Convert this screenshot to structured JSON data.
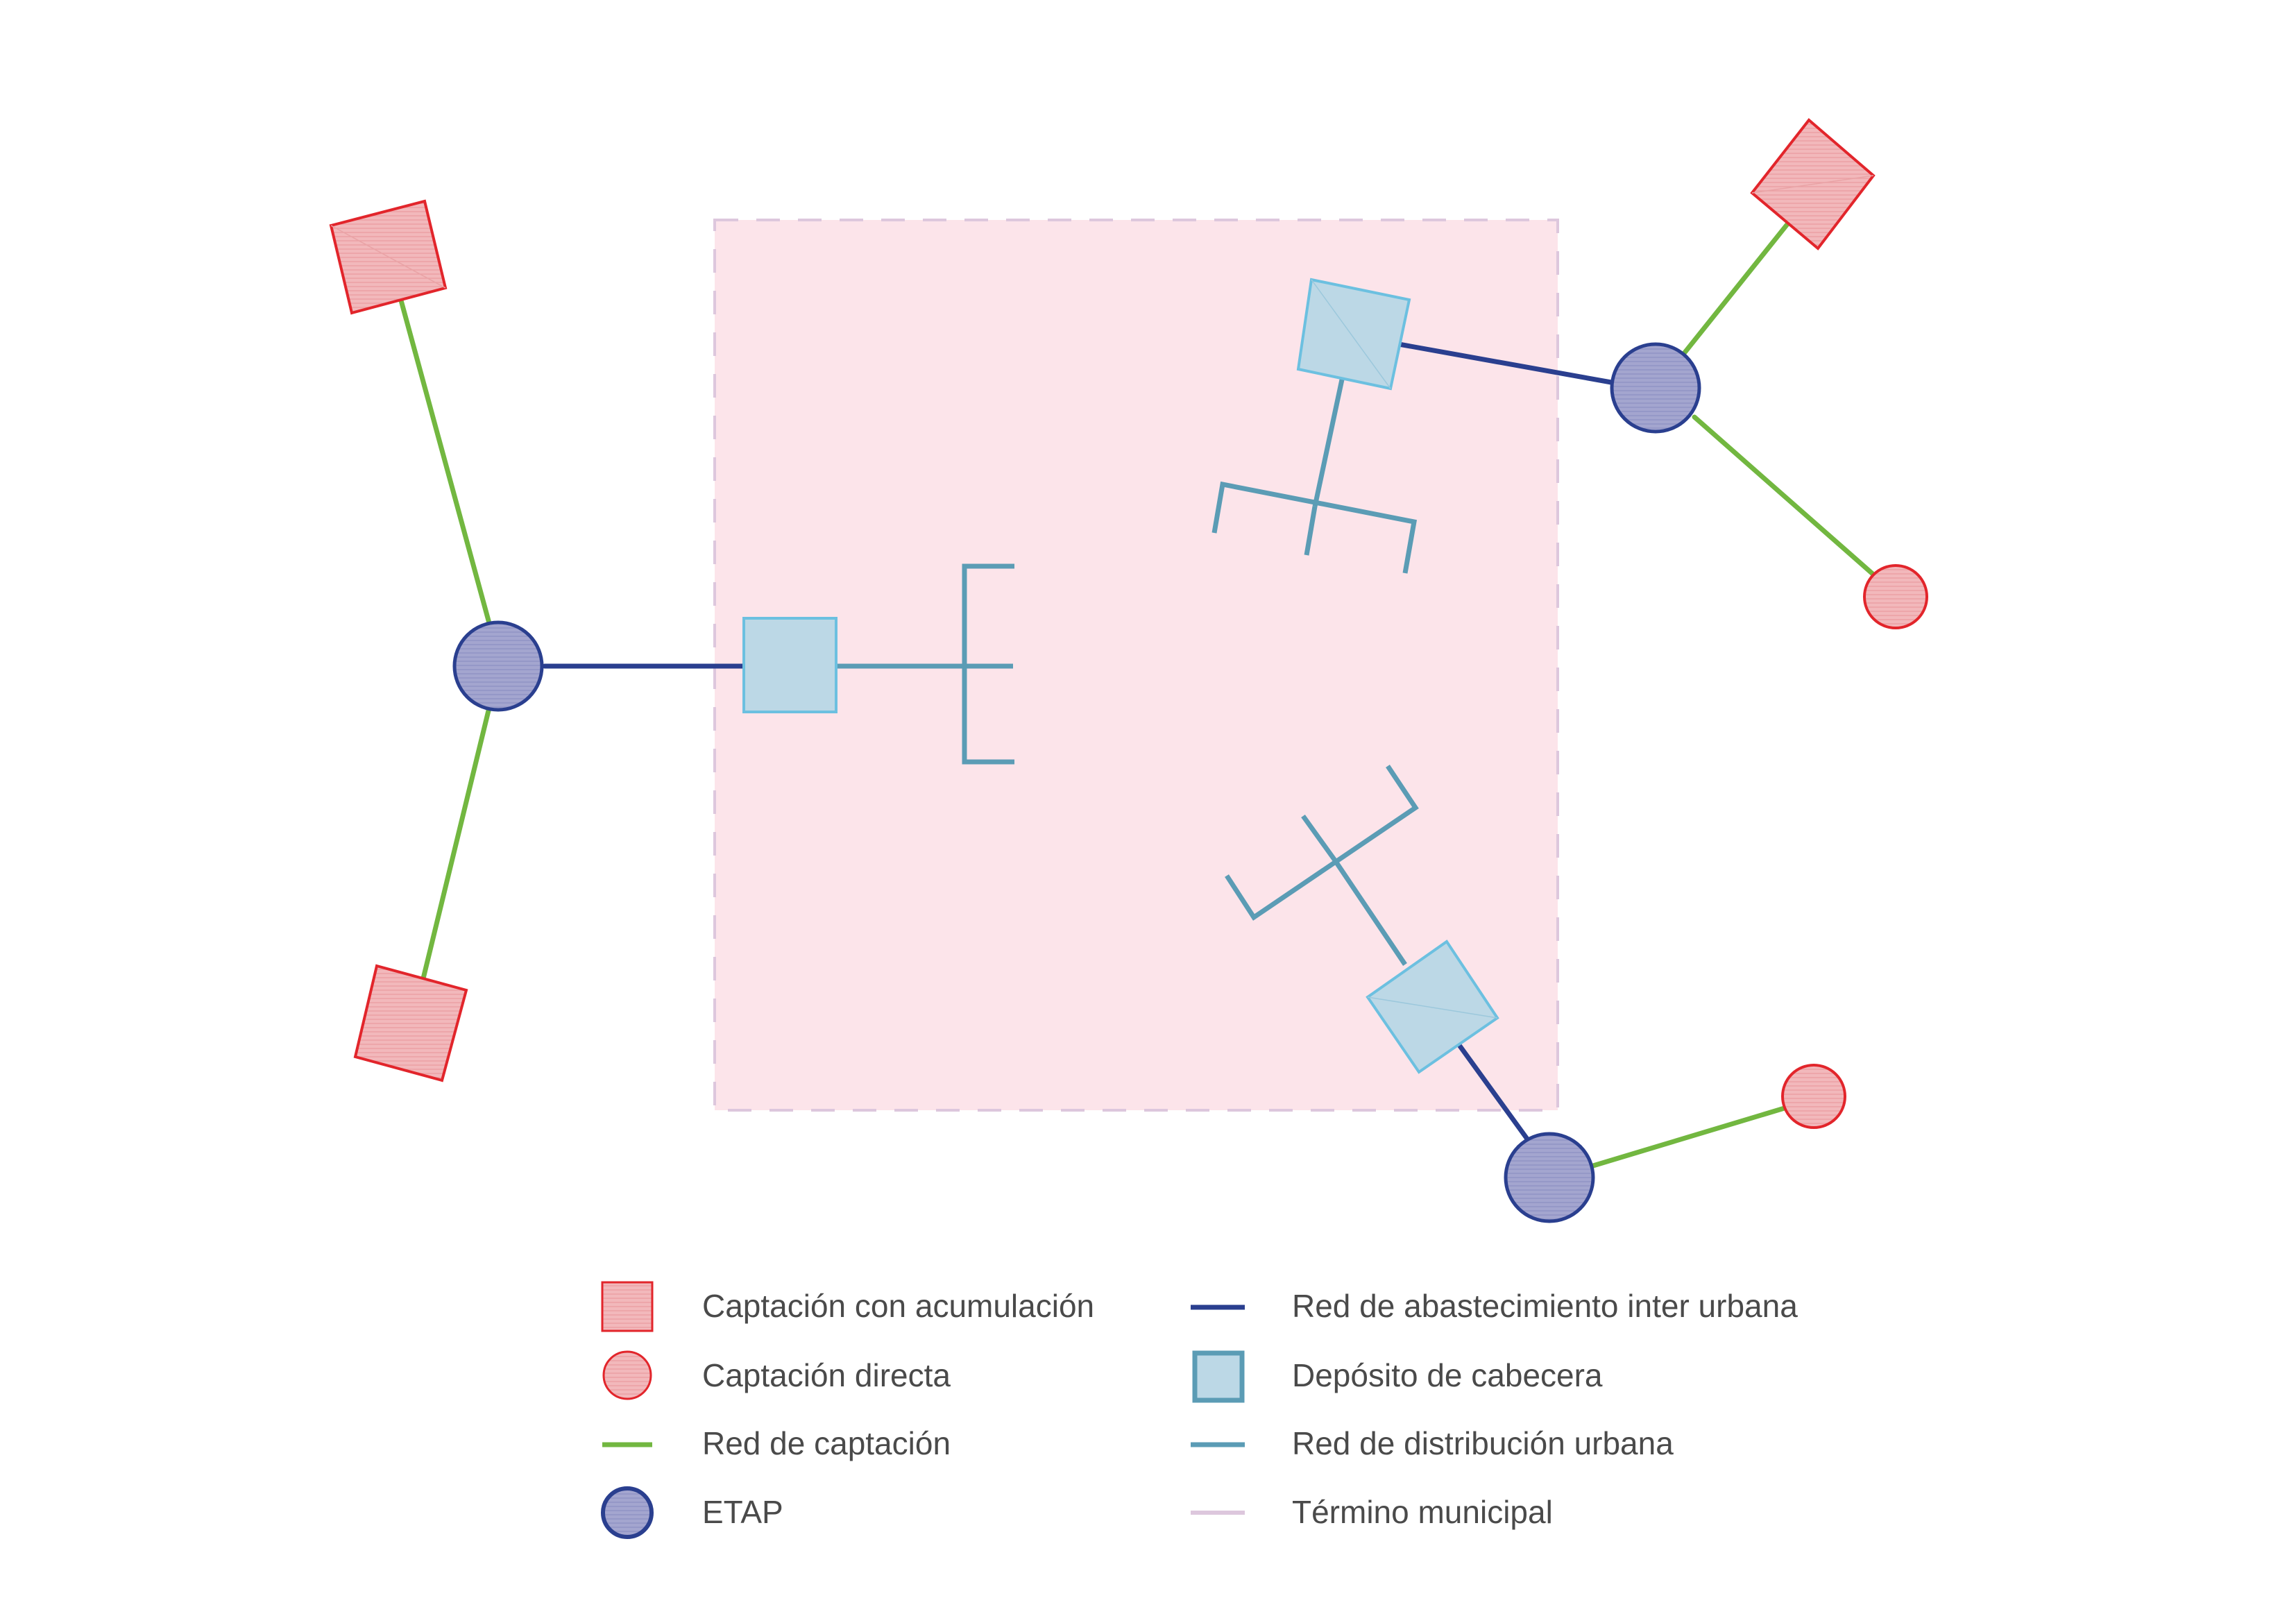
{
  "colors": {
    "municipality_fill": "#fce4ea",
    "municipality_stroke": "#d9bcd9",
    "catchment_fill": "#f2b8bb",
    "catchment_stroke": "#e2252b",
    "etap_fill": "#a3a5cf",
    "etap_stroke": "#2a3f8f",
    "tank_fill": "#bcd8e6",
    "tank_stroke": "#6cc0e0",
    "catchment_network": "#72b740",
    "interurban_network": "#2a3f8f",
    "urban_network": "#5b9cb5",
    "municipal_boundary": "#ddc7dd"
  },
  "legend": {
    "accumulation_catchment": "Captación con acumulación",
    "direct_catchment": "Captación directa",
    "catchment_network": "Red de captación",
    "etap": "ETAP",
    "interurban_network": "Red de abastecimiento inter urbana",
    "header_tank": "Depósito de cabecera",
    "urban_network": "Red de distribución urbana",
    "municipal_boundary": "Término municipal"
  }
}
